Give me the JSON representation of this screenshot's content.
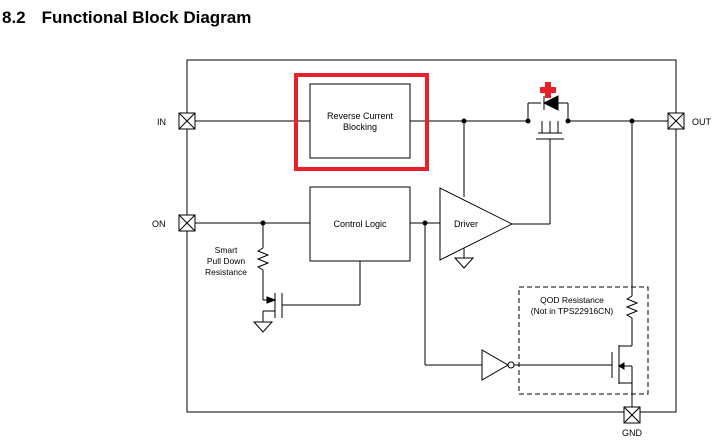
{
  "section": {
    "number": "8.2",
    "title": "Functional Block Diagram"
  },
  "pins": {
    "in": "IN",
    "on": "ON",
    "out": "OUT",
    "gnd": "GND"
  },
  "blocks": {
    "reverse_current": [
      "Reverse Current",
      "Blocking"
    ],
    "control_logic": "Control Logic",
    "driver": "Driver"
  },
  "labels": {
    "smart_pull_down": [
      "Smart",
      "Pull Down",
      "Resistance"
    ],
    "qod": [
      "QOD Resistance",
      "(Not in TPS22916CN)"
    ]
  },
  "colors": {
    "highlight": "#e8202a",
    "line": "#000000"
  }
}
